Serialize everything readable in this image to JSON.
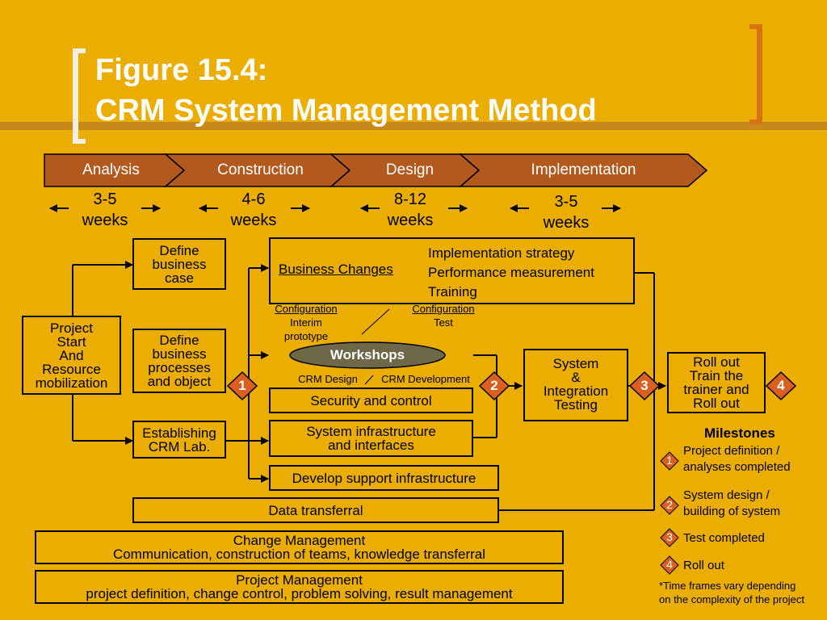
{
  "title": {
    "line1": "Figure 15.4:",
    "line2": "CRM System Management Method"
  },
  "phases": [
    "Analysis",
    "Construction",
    "Design",
    "Implementation"
  ],
  "durations": [
    {
      "num": "3-5",
      "unit": "weeks"
    },
    {
      "num": "4-6",
      "unit": "weeks"
    },
    {
      "num": "8-12",
      "unit": "weeks"
    },
    {
      "num": "3-5",
      "unit": "weeks"
    }
  ],
  "boxes": {
    "project_start": [
      "Project",
      "Start",
      "And",
      "Resource",
      "mobilization"
    ],
    "define_business_case": [
      "Define",
      "business",
      "case"
    ],
    "define_business_processes": [
      "Define",
      "business",
      "processes",
      "and object"
    ],
    "establishing_crm_lab": [
      "Establishing",
      "CRM Lab."
    ],
    "business_changes": "Business Changes",
    "implementation_items": [
      "Implementation strategy",
      "Performance measurement",
      "Training"
    ],
    "workshops": "Workshops",
    "security_control": "Security and control",
    "system_infrastructure": [
      "System infrastructure",
      "and interfaces"
    ],
    "develop_support": "Develop support infrastructure",
    "data_transferral": "Data transferral",
    "system_integration": [
      "System",
      "&",
      "Integration",
      "Testing"
    ],
    "rollout": [
      "Roll out",
      "Train the",
      "trainer and",
      "Roll out"
    ],
    "change_management": [
      "Change Management",
      "Communication, construction of teams, knowledge transferral"
    ],
    "project_management": [
      "Project Management",
      "project definition, change control, problem solving, result management"
    ]
  },
  "config_labels": {
    "left_title": "Configuration",
    "left_sub1": "Interim",
    "left_sub2": "prototype",
    "right_title": "Configuration",
    "right_sub": "Test",
    "crm_design": "CRM Design",
    "crm_development": "CRM Development"
  },
  "diamonds": [
    "1",
    "2",
    "3",
    "4"
  ],
  "milestones": {
    "heading": "Milestones",
    "items": [
      {
        "num": "1",
        "lines": [
          "Project definition /",
          "analyses completed"
        ]
      },
      {
        "num": "2",
        "lines": [
          "System design /",
          "building of system"
        ]
      },
      {
        "num": "3",
        "lines": [
          "Test completed"
        ]
      },
      {
        "num": "4",
        "lines": [
          "Roll out"
        ]
      }
    ],
    "footnote": [
      "*Time frames vary depending",
      "on the complexity of the project"
    ]
  },
  "colors": {
    "background": "#EAAD00",
    "phase_fill": "#B25A1E",
    "diamond_fill": "#D9601E",
    "workshop_fill": "#6E6748",
    "milestone_fill": "#D9601E"
  }
}
